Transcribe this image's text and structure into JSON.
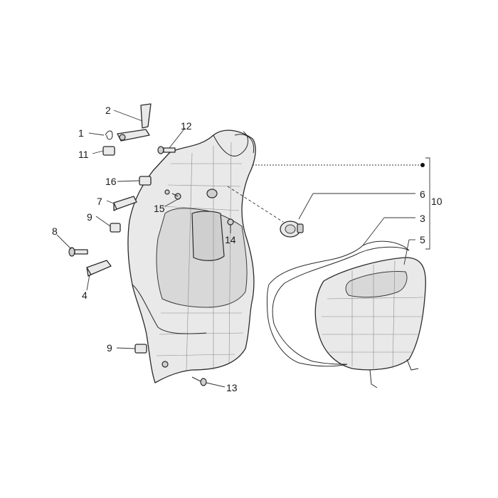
{
  "diagram": {
    "callouts": [
      {
        "id": "c1",
        "text": "1"
      },
      {
        "id": "c2",
        "text": "2"
      },
      {
        "id": "c3",
        "text": "3"
      },
      {
        "id": "c4",
        "text": "4"
      },
      {
        "id": "c5",
        "text": "5"
      },
      {
        "id": "c6",
        "text": "6"
      },
      {
        "id": "c7",
        "text": "7"
      },
      {
        "id": "c8",
        "text": "8"
      },
      {
        "id": "c9a",
        "text": "9"
      },
      {
        "id": "c9b",
        "text": "9"
      },
      {
        "id": "c10",
        "text": "10"
      },
      {
        "id": "c11",
        "text": "11"
      },
      {
        "id": "c12",
        "text": "12"
      },
      {
        "id": "c13",
        "text": "13"
      },
      {
        "id": "c14",
        "text": "14"
      },
      {
        "id": "c15",
        "text": "15"
      },
      {
        "id": "c16",
        "text": "16"
      }
    ]
  }
}
